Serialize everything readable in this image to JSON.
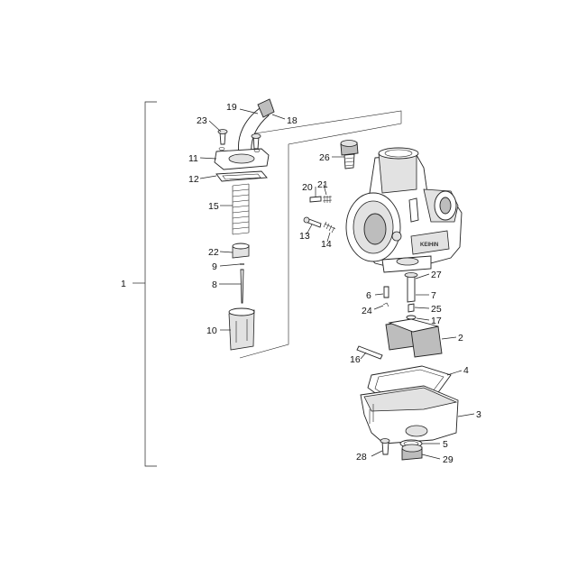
{
  "callouts": {
    "c1": "1",
    "c2": "2",
    "c3": "3",
    "c4": "4",
    "c5": "5",
    "c6": "6",
    "c7": "7",
    "c8": "8",
    "c9": "9",
    "c10": "10",
    "c11": "11",
    "c12": "12",
    "c13": "13",
    "c14": "14",
    "c15": "15",
    "c16": "16",
    "c17": "17",
    "c18": "18",
    "c19": "19",
    "c20": "20",
    "c21": "21",
    "c22": "22",
    "c23": "23",
    "c24": "24",
    "c25": "25",
    "c26": "26",
    "c27": "27",
    "c28": "28",
    "c29": "29"
  },
  "colors": {
    "line": "#222222",
    "metal_shade": "#bdbdbd",
    "light_shade": "#e2e2e2",
    "background": "#ffffff"
  }
}
